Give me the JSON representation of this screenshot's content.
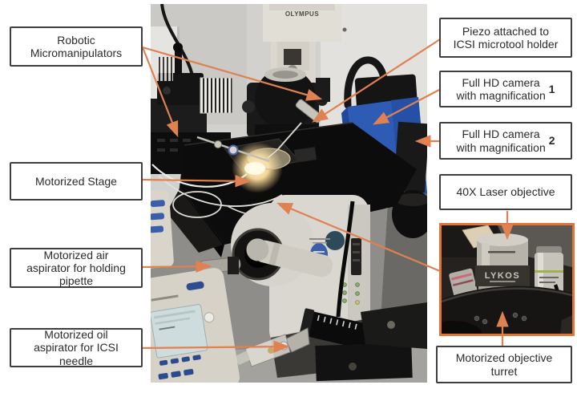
{
  "figure": {
    "type": "annotated-photograph",
    "subject": "Robotic ICSI micromanipulation microscope setup"
  },
  "labels": {
    "robotic": {
      "text": "Robotic\nMicromanipulators"
    },
    "stage": {
      "text": "Motorized Stage"
    },
    "air_aspirator": {
      "text": "Motorized air\naspirator for holding\npipette"
    },
    "oil_aspirator": {
      "text": "Motorized oil\naspirator for ICSI\nneedle"
    },
    "piezo": {
      "text": "Piezo attached to\nICSI microtool holder"
    },
    "camera1": {
      "text": "Full HD camera\nwith magnification",
      "bold": "1"
    },
    "camera2": {
      "text": "Full HD camera\nwith magnification",
      "bold": "2"
    },
    "laser_objective": {
      "text": "40X Laser objective"
    },
    "turret": {
      "text": "Motorized objective\nturret"
    }
  },
  "photo": {
    "microscope_brand": "OLYMPUS"
  },
  "inset": {
    "objective_brand": "LYKOS"
  },
  "colors": {
    "arrow_orange": "#DF8150",
    "inset_border": "#DE7435",
    "label_border": "#3E3E3E",
    "camera_blue": "#2E5CB5",
    "dish_glow": "#FFF3C4"
  }
}
